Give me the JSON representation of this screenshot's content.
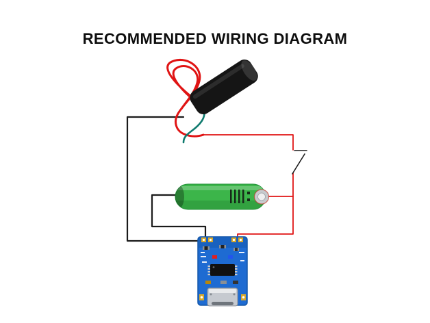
{
  "title": "RECOMMENDED WIRING DIAGRAM",
  "components": {
    "hv_module": "high-voltage-pulse-module",
    "battery": "18650-lithium-battery",
    "charger": "tp4056-usb-charging-module",
    "switch": "push-switch"
  },
  "colors": {
    "wire_red": "#e01414",
    "wire_black": "#1a1a1a",
    "wire_green": "#0e7a6e",
    "switch_black": "#1a1a1a",
    "hv_module_body": "#151515",
    "hv_module_highlight": "#3a3a3a",
    "battery_green": "#3cb54a",
    "battery_green_dark": "#2a9139",
    "battery_tip_ring": "#c7cbce",
    "battery_tip_center": "#efefef",
    "pcb_blue": "#1e6bd2",
    "pcb_blue_dark": "#1457a8",
    "pad_gold": "#d8a92c",
    "usb_silver": "#c6cad0",
    "chip_black": "#111111",
    "led_red": "#e02020",
    "led_blue": "#2255ee"
  }
}
